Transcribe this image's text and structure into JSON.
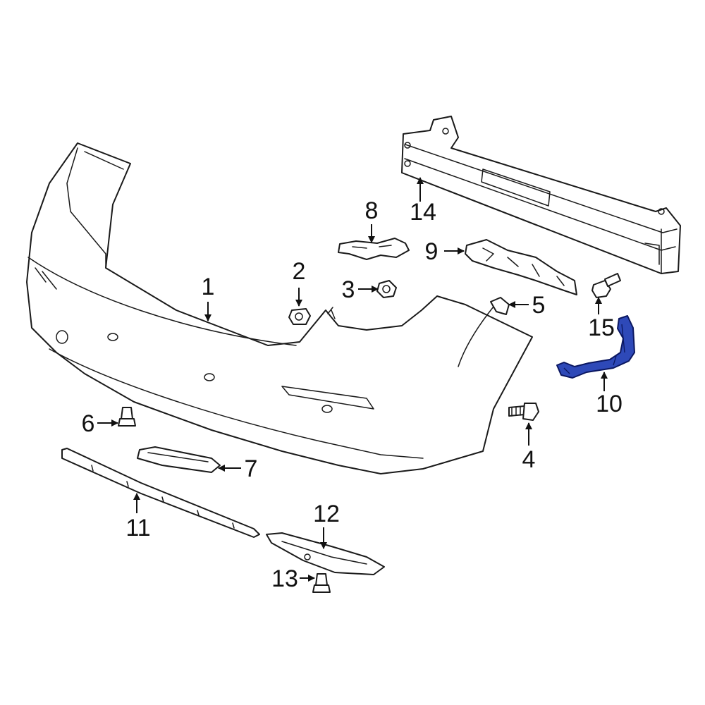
{
  "diagram": {
    "highlight_color": "#2e49b8",
    "callouts": [
      {
        "id": "1",
        "label": "1"
      },
      {
        "id": "2",
        "label": "2"
      },
      {
        "id": "3",
        "label": "3"
      },
      {
        "id": "4",
        "label": "4"
      },
      {
        "id": "5",
        "label": "5"
      },
      {
        "id": "6",
        "label": "6"
      },
      {
        "id": "7",
        "label": "7"
      },
      {
        "id": "8",
        "label": "8"
      },
      {
        "id": "9",
        "label": "9"
      },
      {
        "id": "10",
        "label": "10"
      },
      {
        "id": "11",
        "label": "11"
      },
      {
        "id": "12",
        "label": "12"
      },
      {
        "id": "13",
        "label": "13"
      },
      {
        "id": "14",
        "label": "14"
      },
      {
        "id": "15",
        "label": "15"
      }
    ]
  }
}
